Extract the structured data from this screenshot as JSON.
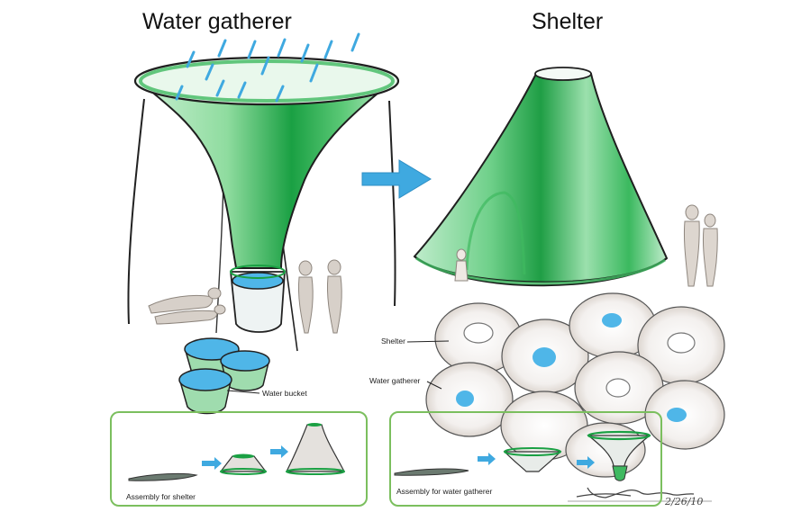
{
  "titles": {
    "water_gatherer": "Water gatherer",
    "shelter": "Shelter"
  },
  "labels": {
    "water_bucket": "Water bucket",
    "shelter_callout": "Shelter",
    "water_gatherer_callout": "Water gatherer",
    "assembly_shelter": "Assembly for shelter",
    "assembly_water_gatherer": "Assembly for water gatherer"
  },
  "signature": {
    "date": "2/26/10"
  },
  "colors": {
    "green_light": "#8fdc9f",
    "green_dark": "#1aa043",
    "water_blue": "#4fb6e8",
    "arrow_blue": "#3fa9e0",
    "box_green": "#7bbf5e",
    "pencil_gray": "#b9b1a8"
  }
}
